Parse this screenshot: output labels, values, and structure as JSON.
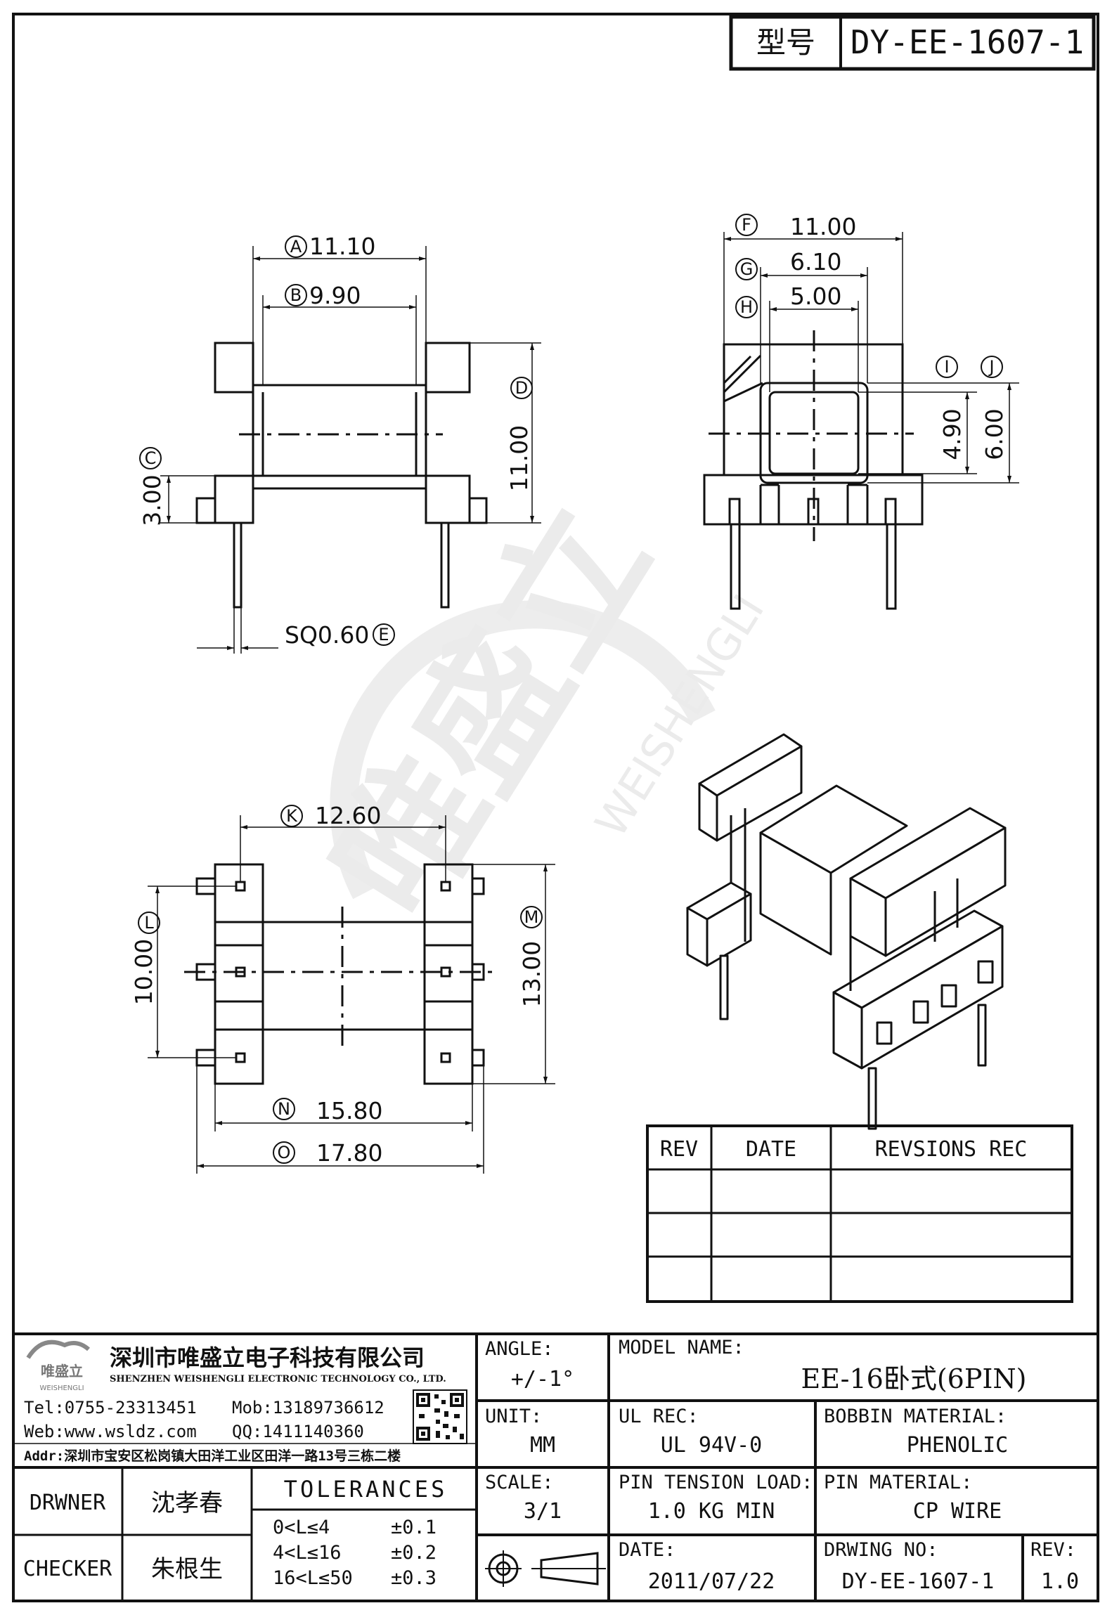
{
  "header": {
    "model_label": "型号",
    "model_no": "DY-EE-1607-1"
  },
  "watermark": {
    "cn": "唯盛立",
    "en": "WEISHENGLI"
  },
  "dimensions": {
    "A": {
      "letter": "A",
      "value": "11.10"
    },
    "B": {
      "letter": "B",
      "value": "9.90"
    },
    "C": {
      "letter": "C",
      "value": "3.00"
    },
    "D": {
      "letter": "D",
      "value": "11.00"
    },
    "E": {
      "letter": "E",
      "value": "SQ0.60"
    },
    "F": {
      "letter": "F",
      "value": "11.00"
    },
    "G": {
      "letter": "G",
      "value": "6.10"
    },
    "H": {
      "letter": "H",
      "value": "5.00"
    },
    "I": {
      "letter": "I",
      "value": "4.90"
    },
    "J": {
      "letter": "J",
      "value": "6.00"
    },
    "K": {
      "letter": "K",
      "value": "12.60"
    },
    "L": {
      "letter": "L",
      "value": "10.00"
    },
    "M": {
      "letter": "M",
      "value": "13.00"
    },
    "N": {
      "letter": "N",
      "value": "15.80"
    },
    "O": {
      "letter": "O",
      "value": "17.80"
    }
  },
  "revision_table": {
    "headers": [
      "REV",
      "DATE",
      "REVSIONS REC"
    ],
    "rows": [
      [
        "",
        "",
        ""
      ],
      [
        "",
        "",
        ""
      ],
      [
        "",
        "",
        ""
      ]
    ]
  },
  "company": {
    "logo_cn": "唯盛立",
    "logo_en": "WEISHENGLI",
    "name_cn": "深圳市唯盛立电子科技有限公司",
    "name_en": "SHENZHEN WEISHENGLI ELECTRONIC TECHNOLOGY CO., LTD.",
    "tel": "Tel:0755-23313451",
    "mob": "Mob:13189736612",
    "web": "Web:www.wsldz.com",
    "qq": "QQ:1411140360",
    "addr": "Addr:深圳市宝安区松岗镇大田洋工业区田洋一路13号三栋二楼"
  },
  "title_block": {
    "angle_label": "ANGLE:",
    "angle_value": "+/-1°",
    "model_name_label": "MODEL NAME:",
    "model_name_value": "EE-16卧式(6PIN)",
    "unit_label": "UNIT:",
    "unit_value": "MM",
    "ul_label": "UL REC:",
    "ul_value": "UL 94V-0",
    "bobbin_label": "BOBBIN MATERIAL:",
    "bobbin_value": "PHENOLIC",
    "scale_label": "SCALE:",
    "scale_value": "3/1",
    "pin_tension_label": "PIN TENSION LOAD:",
    "pin_tension_value": "1.0 KG MIN",
    "pin_material_label": "PIN MATERIAL:",
    "pin_material_value": "CP WIRE",
    "drawer_label": "DRWNER",
    "drawer_name": "沈孝春",
    "checker_label": "CHECKER",
    "checker_name": "朱根生",
    "tolerances_label": "TOLERANCES",
    "tol_rows": [
      [
        "0<L≤4",
        "±0.1"
      ],
      [
        "4<L≤16",
        "±0.2"
      ],
      [
        "16<L≤50",
        "±0.3"
      ]
    ],
    "date_label": "DATE:",
    "date_value": "2011/07/22",
    "drawing_no_label": "DRWING NO:",
    "drawing_no_value": "DY-EE-1607-1",
    "rev_label": "REV:",
    "rev_value": "1.0"
  }
}
